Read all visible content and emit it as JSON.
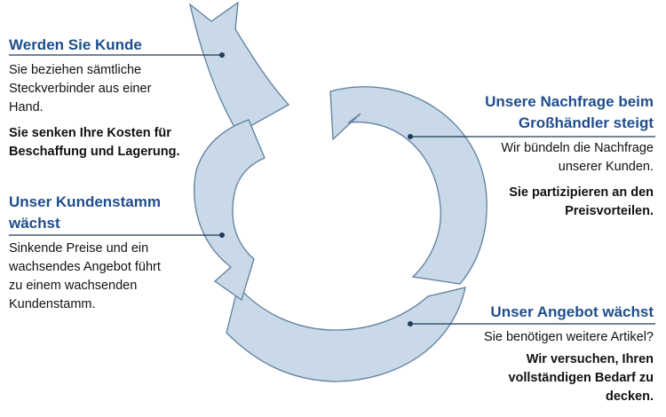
{
  "colors": {
    "arrow_fill": "#c9d9e7",
    "arrow_stroke": "#5d7f9f",
    "title": "#1f4e8c",
    "rule": "#1f3a5a"
  },
  "steps": [
    {
      "title": "Werden Sie Kunde",
      "text": "Sie beziehen sämtliche\nSteckverbinder aus einer\nHand.",
      "bold": "Sie senken Ihre Kosten für\nBeschaffung und Lagerung."
    },
    {
      "title": "Unsere Nachfrage beim\nGroßhändler steigt",
      "text": "Wir bündeln die Nachfrage\nunserer Kunden.",
      "bold": "Sie partizipieren an den\nPreisvorteilen."
    },
    {
      "title": "Unser Angebot wächst",
      "text": "Sie benötigen weitere Artikel?",
      "bold": "Wir versuchen, Ihren\nvollständigen Bedarf zu\ndecken."
    },
    {
      "title": "Unser Kundenstamm\nwächst",
      "text": "Sinkende Preise und ein\nwachsendes Angebot führt\nzu einem wachsenden\nKundenstamm."
    }
  ]
}
